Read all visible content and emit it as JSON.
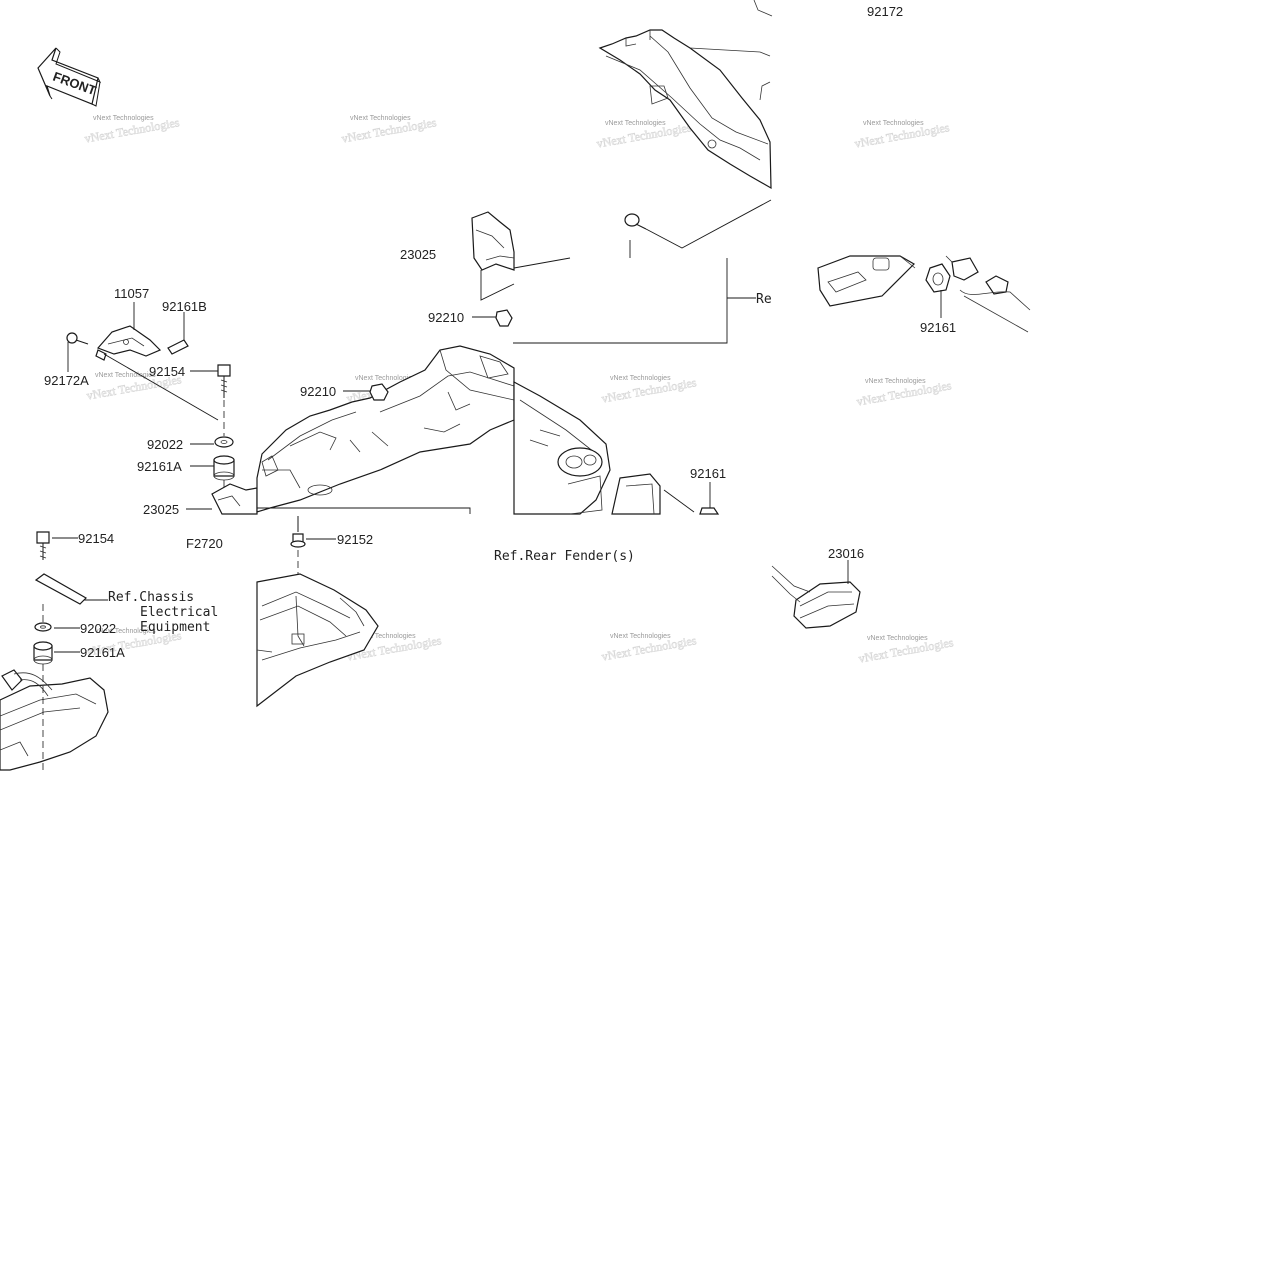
{
  "diagram": {
    "figure_code": "F2720",
    "front_indicator": "FRONT",
    "watermark": "vNext Technologies",
    "part_numbers": {
      "p92172": "92172",
      "p11057": "11057",
      "p92161B": "92161B",
      "p92172A": "92172A",
      "p92154_top": "92154",
      "p92022_top": "92022",
      "p92161A_top": "92161A",
      "p23025": "23025",
      "p23025_hidden": "23025",
      "p92210_a": "92210",
      "p92210_b": "92210",
      "p92161_right": "92161",
      "p92161_low": "92161",
      "p92154_low": "92154",
      "p92022_low": "92022",
      "p92161A_low": "92161A",
      "p92152": "92152",
      "p23016": "23016"
    },
    "references": {
      "chassis_line1": "Ref.Chassis",
      "chassis_line2": "Electrical",
      "chassis_line3": "Equipment",
      "rear_fender": "Ref.Rear Fender(s)",
      "re_truncated": "Re"
    }
  }
}
